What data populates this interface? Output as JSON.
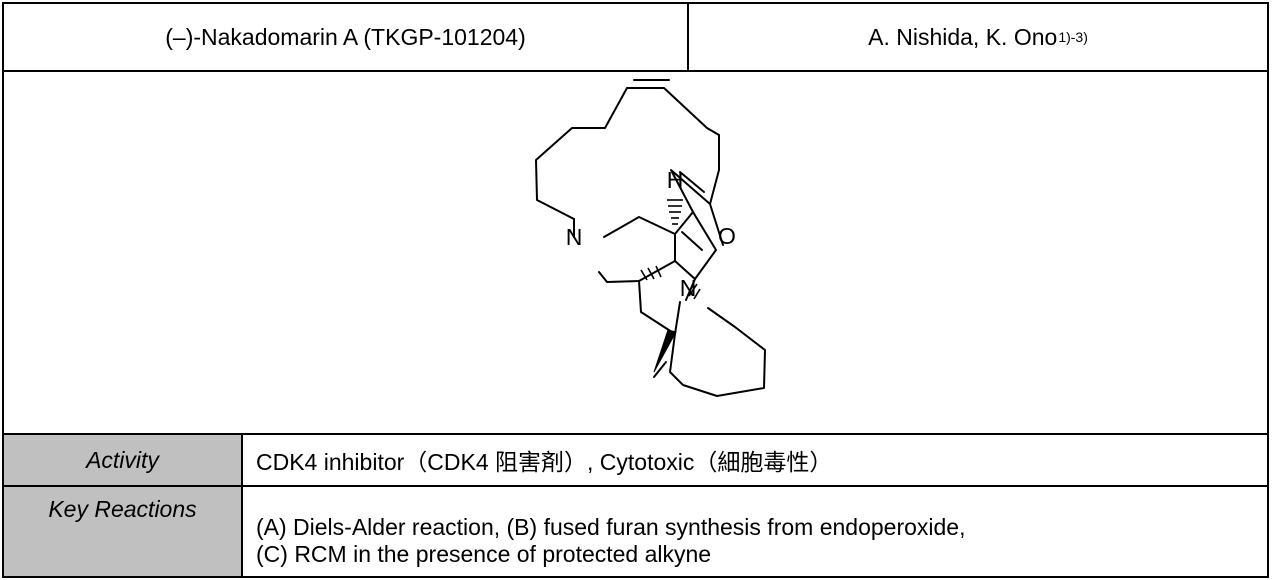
{
  "header": {
    "compound": "(–)-Nakadomarin A (TKGP-101204)",
    "authors": "A. Nishida, K. Ono",
    "authors_ref": "1)-3)"
  },
  "structure": {
    "atoms": {
      "n_left": "N",
      "n_right": "N",
      "o": "O",
      "h": "H"
    }
  },
  "activity": {
    "label": "Activity",
    "value": "CDK4 inhibitor（CDK4 阻害剤）,  Cytotoxic（細胞毒性）"
  },
  "key_reactions": {
    "label": "Key Reactions",
    "lines": [
      "(A) Diels-Alder reaction, (B) fused furan synthesis from endoperoxide,",
      "(C) RCM in the presence of protected alkyne"
    ]
  }
}
